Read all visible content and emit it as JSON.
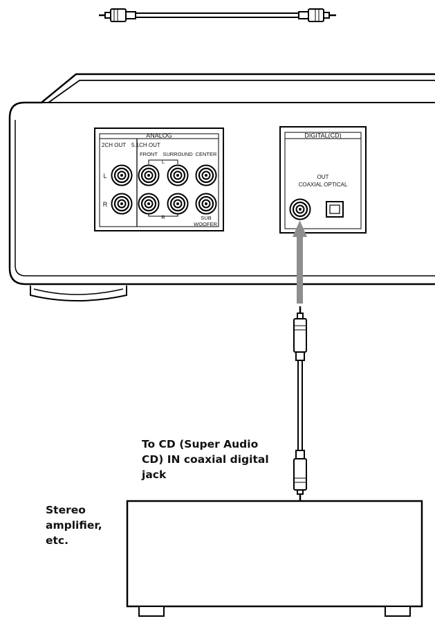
{
  "panel": {
    "analog": {
      "title": "ANALOG",
      "out_2ch": "2CH OUT",
      "out_51ch": "5.1CH OUT",
      "front": "FRONT",
      "surround": "SURROUND",
      "center": "CENTER",
      "left": "L",
      "right": "R",
      "sub": "SUB",
      "woofer": "WOOFER"
    },
    "digital": {
      "title": "DIGITAL(CD)",
      "out": "OUT",
      "types": "COAXIAL OPTICAL"
    }
  },
  "labels": {
    "cable_line1": "To CD (Super Audio",
    "cable_line2": "CD) IN coaxial digital",
    "cable_line3": "jack",
    "amp_line1": "Stereo",
    "amp_line2": "amplifier,",
    "amp_line3": "etc."
  }
}
